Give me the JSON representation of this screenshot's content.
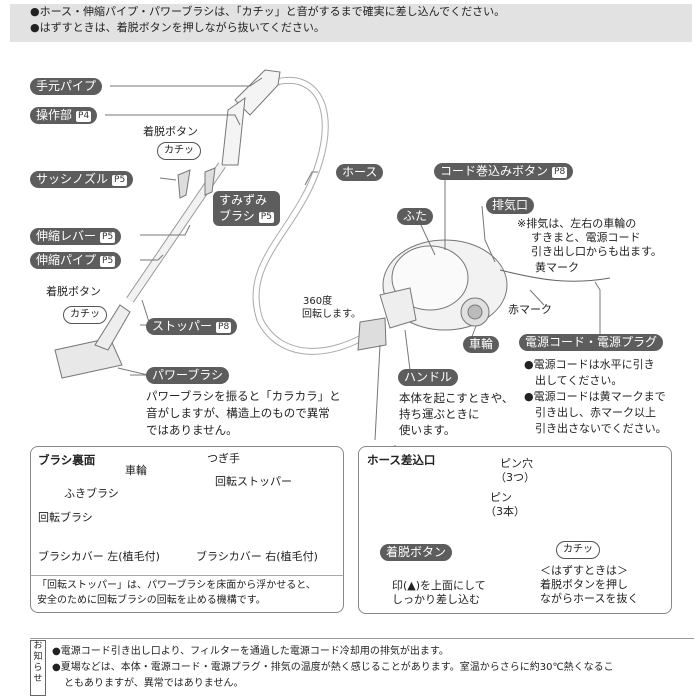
{
  "top_notes": [
    "●ホース・伸縮パイプ・パワーブラシは、「カチッ」と音がするまで確実に差し込んでください。",
    "●はずすときは、着脱ボタンを押しながら抜いてください。"
  ],
  "labels": {
    "temoto_pipe": "手元パイプ",
    "sousabu": "操作部",
    "sousabu_page": "P4",
    "sasshi": "サッシノズル",
    "sasshi_page": "P5",
    "shinshuku_lever": "伸縮レバー",
    "shinshuku_lever_page": "P5",
    "shinshuku_pipe": "伸縮パイプ",
    "shinshuku_pipe_page": "P5",
    "stopper": "ストッパー",
    "stopper_page": "P8",
    "power_brush": "パワーブラシ",
    "sumizumi": "すみずみ",
    "sumizumi2": "ブラシ",
    "sumizumi_page": "P5",
    "hose": "ホース",
    "cord_button": "コード巻込みボタン",
    "cord_button_page": "P8",
    "futa": "ふた",
    "haikiguchi": "排気口",
    "sharin": "車輪",
    "handle": "ハンドル",
    "cord_plug": "電源コード・電源プラグ",
    "chakudatsu_label": "着脱ボタン"
  },
  "texts": {
    "chakudatsu1": "着脱ボタン",
    "kachi1": "カチッ",
    "chakudatsu2": "着脱ボタン",
    "kachi2": "カチッ",
    "rotate1": "360度",
    "rotate2": "回転します。",
    "haiki1": "※排気は、左右の車輪の",
    "haiki2": "すきまと、電源コード",
    "haiki3": "引き出し口からも出ます。",
    "yellow": "黄マーク",
    "red": "赤マーク",
    "cord1": "●電源コードは水平に引き",
    "cord2": "出してください。",
    "cord3": "●電源コードは黄マークまで",
    "cord4": "引き出し、赤マーク以上",
    "cord5": "引き出さないでください。",
    "pb1": "パワーブラシを振ると「カラカラ」と",
    "pb2": "音がしますが、構造上のもので異常",
    "pb3": "ではありません。",
    "handle1": "本体を起こすときや、",
    "handle2": "持ち運ぶときに",
    "handle3": "使います。"
  },
  "brush_box": {
    "title": "ブラシ裏面",
    "sharin": "車輪",
    "tsugite": "つぎ手",
    "fuki": "ふきブラシ",
    "kaiten_stopper": "回転ストッパー",
    "kaiten_brush": "回転ブラシ",
    "cover_left": "ブラシカバー 左(植毛付)",
    "cover_right": "ブラシカバー 右(植毛付)",
    "note1": "「回転ストッパー」は、パワーブラシを床面から浮かせると、",
    "note2": "安全のために回転ブラシの回転を止める機構です。"
  },
  "hose_box": {
    "title": "ホース差込口",
    "pinana1": "ピン穴",
    "pinana2": "（3つ）",
    "pin1": "ピン",
    "pin2": "（3本）",
    "kachi": "カチッ",
    "hazusu1": "＜はずすときは＞",
    "hazusu2": "着脱ボタンを押し",
    "hazusu3": "ながらホースを抜く",
    "shirushi1": "印(▲)を上面にして",
    "shirushi2": "しっかり差し込む"
  },
  "bottom": {
    "oshirase": "お知らせ",
    "note1": "●電源コード引き出し口より、フィルターを通過した電源コード冷却用の排気が出ます。",
    "note2": "●夏場などは、本体・電源コード・電源プラグ・排気の温度が熱く感じることがあります。室温からさらに約30℃熱くなるこ",
    "note3": "ともありますが、異常ではありません。"
  }
}
